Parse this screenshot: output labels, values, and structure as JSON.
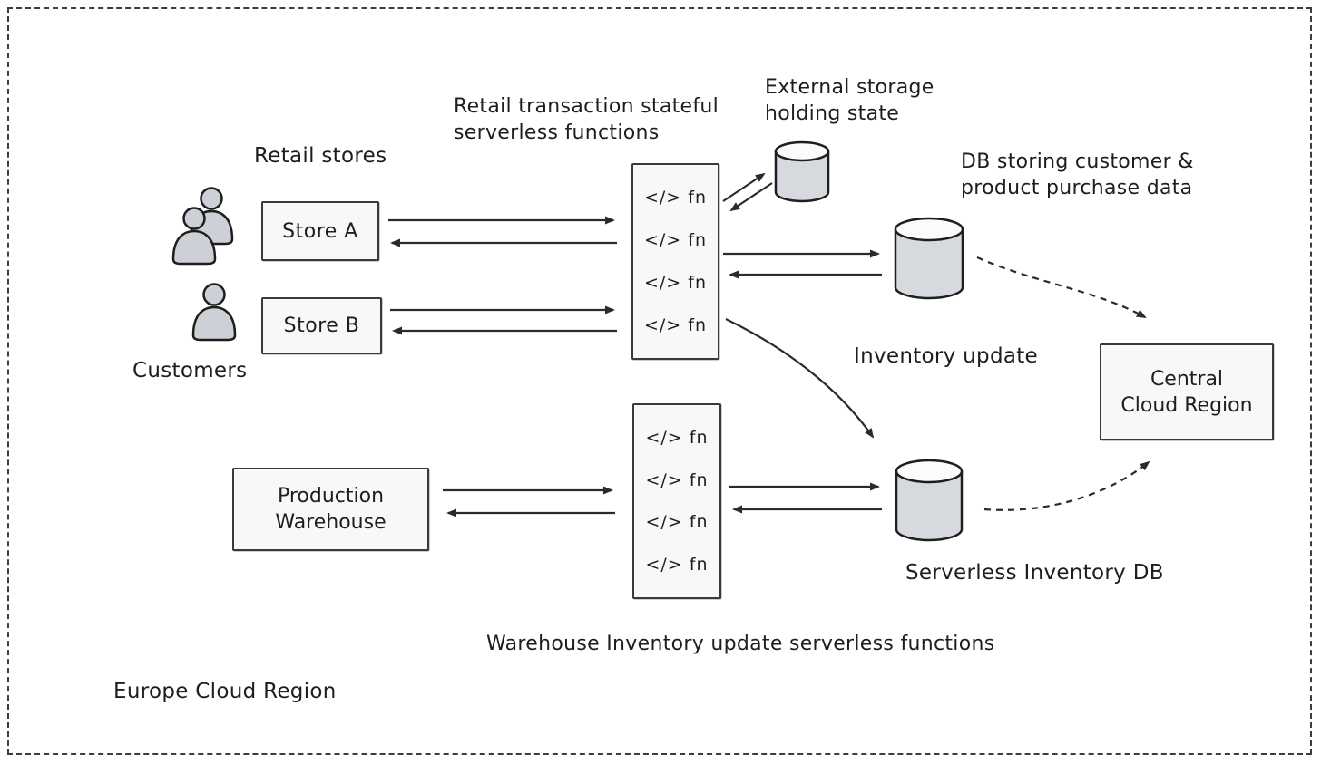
{
  "region_label": "Europe Cloud Region",
  "customers_label": "Customers",
  "retail_stores_label": "Retail stores",
  "store_a_label": "Store A",
  "store_b_label": "Store B",
  "retail_functions_caption": {
    "line1": "Retail transaction stateful",
    "line2": "serverless functions"
  },
  "external_storage_caption": {
    "line1": "External storage",
    "line2": "holding state"
  },
  "customer_db_caption": {
    "line1": "DB storing customer &",
    "line2": "product purchase data"
  },
  "inventory_update_label": "Inventory update",
  "central_region": {
    "line1": "Central",
    "line2": "Cloud Region"
  },
  "production_warehouse": {
    "line1": "Production",
    "line2": "Warehouse"
  },
  "warehouse_functions_caption": "Warehouse Inventory update serverless functions",
  "inventory_db_label": "Serverless Inventory DB",
  "retail_functions": {
    "items": [
      {
        "label": "</> fn"
      },
      {
        "label": "</> fn"
      },
      {
        "label": "</> fn"
      },
      {
        "label": "</> fn"
      }
    ]
  },
  "warehouse_functions": {
    "items": [
      {
        "label": "</> fn"
      },
      {
        "label": "</> fn"
      },
      {
        "label": "</> fn"
      },
      {
        "label": "</> fn"
      }
    ]
  },
  "colors": {
    "stroke": "#1e1e1e",
    "arrow": "#2b2b2b",
    "box_fill": "#f8f8f8",
    "cylinder_fill": "#d6d9de",
    "cylinder_top_fill": "#fafbfc",
    "person_fill": "#cdd1d7",
    "border_dash": "#3d3d3d"
  }
}
